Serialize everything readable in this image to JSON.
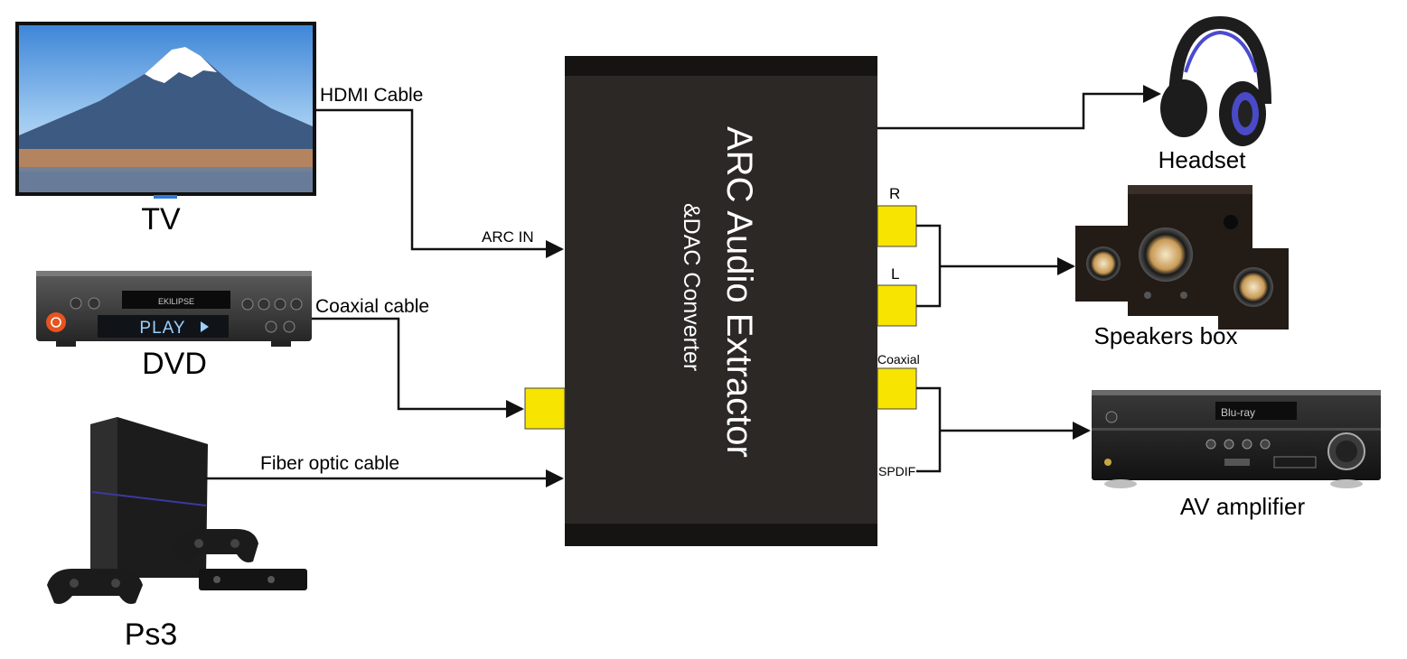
{
  "title": "ARC Audio Extractor",
  "subtitle": "&DAC Converter",
  "inputs": {
    "tv": {
      "label": "TV",
      "cable": "HDMI Cable",
      "port": "ARC IN"
    },
    "dvd": {
      "label": "DVD",
      "cable": "Coaxial cable",
      "screen_text": "PLAY",
      "brand": "EKILIPSE"
    },
    "ps3": {
      "label": "Ps3",
      "cable": "Fiber optic cable"
    }
  },
  "outputs": {
    "headset": {
      "label": "Headset"
    },
    "speakers": {
      "label": "Speakers box",
      "port_r": "R",
      "port_l": "L"
    },
    "amplifier": {
      "label": "AV amplifier",
      "port_top": "Coaxial",
      "port_bottom": "SPDIF",
      "display": "Blu-ray"
    }
  },
  "colors": {
    "box": "#2b2826",
    "box_band": "#161413",
    "port": "#f7e400",
    "line": "#111111"
  }
}
